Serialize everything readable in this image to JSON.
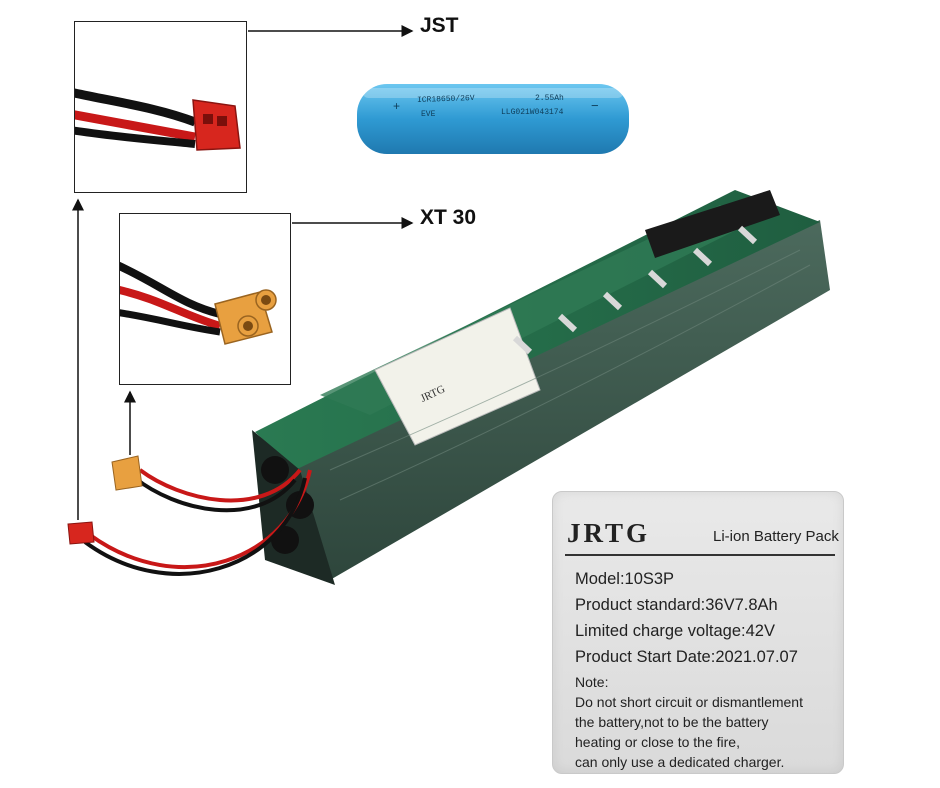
{
  "callouts": {
    "jst": "JST",
    "xt30": "XT 30"
  },
  "cell": {
    "line1": "ICR18650/26V",
    "line1b": "2.55Ah",
    "brand": "EVE",
    "code": "LLG021W043174",
    "plus": "+",
    "minus": "−",
    "color": "#3aa6d9"
  },
  "pack_sticker": {
    "brand": "JRTG"
  },
  "label": {
    "brand": "JRTG",
    "pack_type": "Li-ion Battery Pack",
    "model": "Model:10S3P",
    "standard": "Product standard:36V7.8Ah",
    "charge_voltage": "Limited charge voltage:42V",
    "start_date": "Product Start Date:2021.07.07",
    "note_title": "Note:",
    "note_line1": "Do not short circuit or dismantlement",
    "note_line2": "the battery,not to be the battery",
    "note_line3": "heating or close to the fire,",
    "note_line4": "can only use a dedicated charger."
  },
  "colors": {
    "wrap": "#3f5a4f",
    "pcb": "#2f7a55",
    "jst_connector": "#d7261e",
    "xt30_connector": "#e8a040",
    "wire_red": "#c81818",
    "wire_black": "#111111"
  }
}
